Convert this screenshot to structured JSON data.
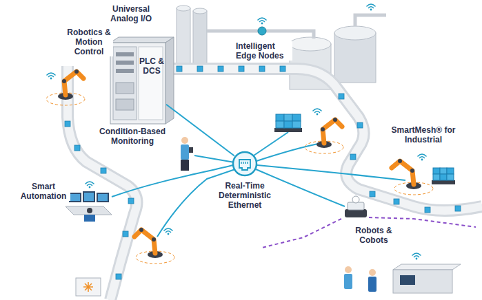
{
  "diagram": {
    "nodes": [
      {
        "text": [
          "PLC & DCS"
        ]
      },
      {
        "text": [
          "Real-Time Deterministic Ethernet"
        ]
      }
    ],
    "edges": [
      {
        "from": 0,
        "to": 1,
        "arrow": "none"
      }
    ],
    "labels": [
      "Universal Analog I/O",
      "Intelligent Edge Nodes",
      "Robotics & Motion Control",
      "Condition-Based Monitoring",
      "Smart Automation",
      "SmartMesh® for Industrial",
      "Robots & Cobots"
    ]
  }
}
